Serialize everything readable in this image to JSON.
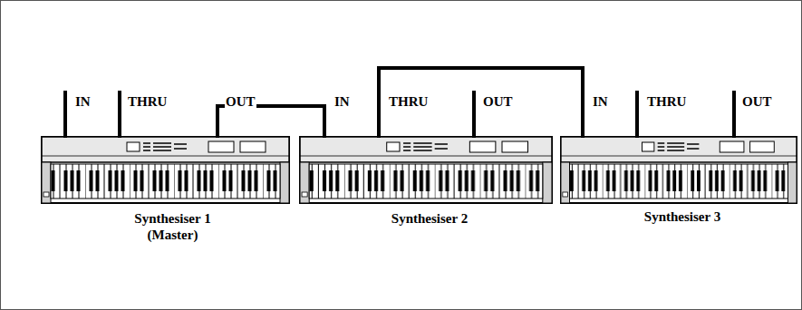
{
  "diagram": {
    "nodes": [
      {
        "text": [
          "Synthesiser 1",
          "(Master)"
        ]
      },
      {
        "text": [
          "Synthesiser 2"
        ]
      },
      {
        "text": [
          "Synthesiser 3"
        ]
      }
    ],
    "edges": [
      {
        "from": 0,
        "to": 1,
        "arrow": "none"
      },
      {
        "from": 1,
        "to": 2,
        "arrow": "none"
      }
    ],
    "labels": [
      "IN",
      "THRU",
      "OUT",
      "IN",
      "THRU",
      "OUT",
      "IN",
      "THRU",
      "OUT"
    ]
  }
}
